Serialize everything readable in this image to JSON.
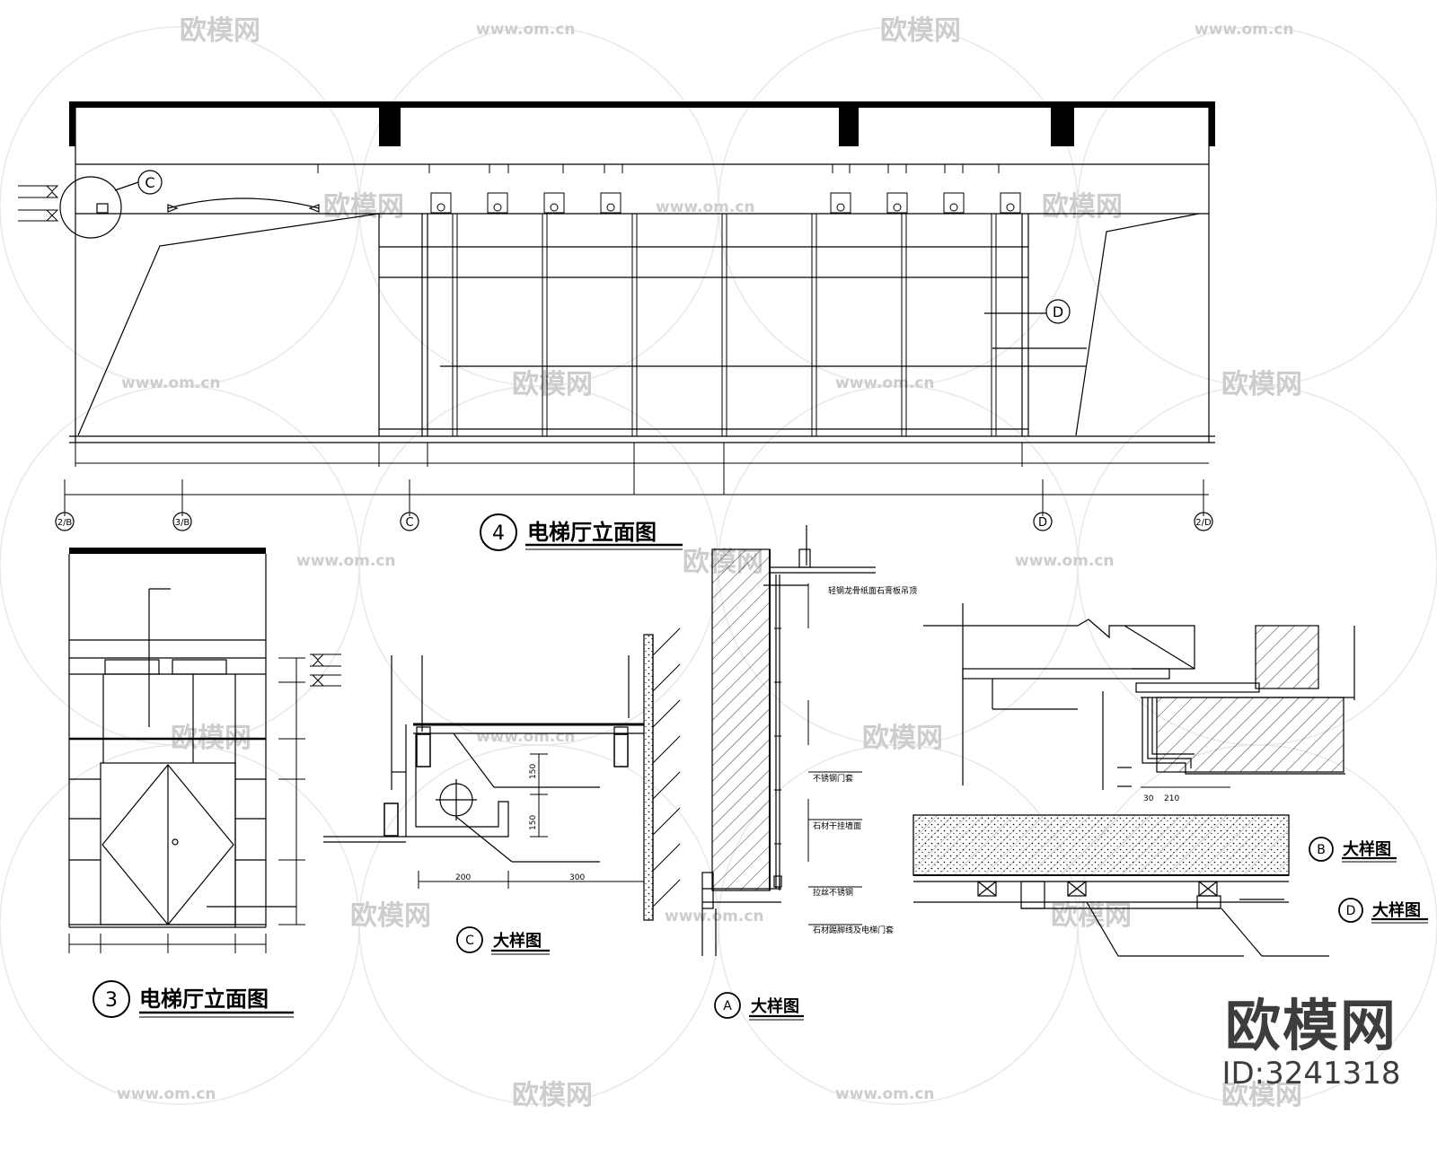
{
  "titles": {
    "elev4_num": "4",
    "elev4": "电梯厅立面图",
    "elev3_num": "3",
    "elev3": "电梯厅立面图",
    "detailC_tag": "C",
    "detailC": "大样图",
    "detailA_tag": "A",
    "detailA": "大样图",
    "detailB_tag": "B",
    "detailB": "大样图",
    "detailD_tag": "D",
    "detailD": "大样图"
  },
  "callouts": {
    "c": "C",
    "d": "D"
  },
  "axes": [
    "2/B",
    "3/B",
    "C",
    "D",
    "2/D"
  ],
  "dims": {
    "d150a": "150",
    "d150b": "150",
    "d200": "200",
    "d300": "300",
    "d30": "30",
    "d210": "210"
  },
  "notes": {
    "n1": "轻钢龙骨纸面石膏板吊顶",
    "n2": "不锈钢门套",
    "n3": "石材干挂墙面",
    "n4": "拉丝不锈钢",
    "n5": "石材踢脚线及电梯门套"
  },
  "watermark": {
    "brand": "欧模网",
    "site": "www.om.cn",
    "id": "ID:3241318"
  }
}
